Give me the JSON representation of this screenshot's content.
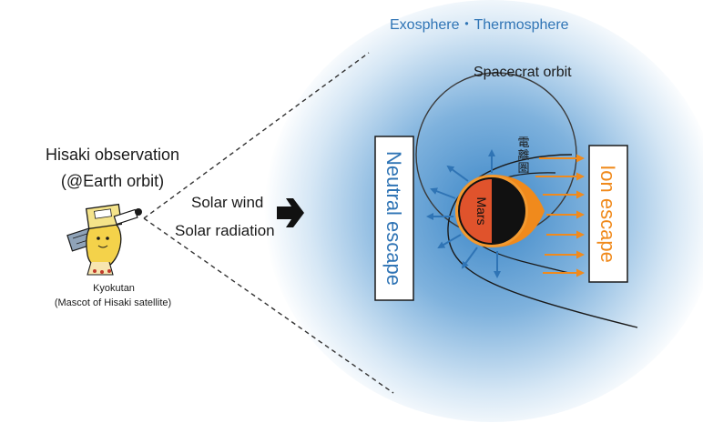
{
  "observer": {
    "title": "Hisaki observation",
    "subtitle": "(@Earth orbit)",
    "mascot_name": "Kyokutan",
    "mascot_desc": "(Mascot of Hisaki satellite)"
  },
  "inputs": {
    "solar_wind": "Solar wind",
    "solar_radiation": "Solar radiation"
  },
  "region": {
    "title": "Exosphere・Thermosphere",
    "orbit_label": "Spacecrat orbit",
    "ionosphere_label": "電離圏",
    "planet_label": "Mars",
    "neutral_escape": "Neutral escape",
    "ion_escape": "Ion escape"
  },
  "colors": {
    "neutral": "#2f74b5",
    "ion": "#f08a1c",
    "mars": "#e0532c",
    "halo": "#6aa7d9"
  }
}
